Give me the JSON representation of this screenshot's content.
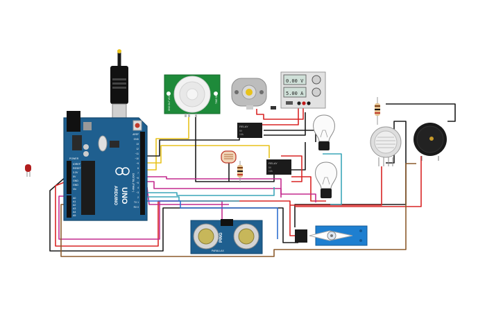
{
  "colors": {
    "arduino_board": "#1f5f8f",
    "sensor_board": "#1e8a3a",
    "ultrasonic_board": "#1f5f8f",
    "servo_body": "#1e7fd0",
    "wire_red": "#d92424",
    "wire_black": "#1a1a1a",
    "wire_yellow": "#e8c21b",
    "wire_magenta": "#c42a8e",
    "wire_cyan": "#3aa6b9",
    "wire_brown": "#8b5a2b",
    "wire_blue": "#2f6fd0"
  },
  "arduino": {
    "brand": "ARDUINO",
    "model": "UNO",
    "header_left": [
      "IOREF",
      "RESET",
      "3.3V",
      "5V",
      "GND",
      "GND",
      "Vin"
    ],
    "header_analog": [
      "A0",
      "A1",
      "A2",
      "A3",
      "A4",
      "A5"
    ],
    "header_digital": [
      "AREF",
      "GND",
      "13",
      "12",
      "~11",
      "~10",
      "~9",
      "8",
      "7",
      "~6",
      "~5",
      "4",
      "~3",
      "2",
      "TX 1",
      "RX 0"
    ],
    "power_label": "POWER",
    "analog_label": "ANALOG IN",
    "digital_label": "DIGITAL (PWM~)",
    "icon": "usb-cable-icon"
  },
  "power_supply": {
    "voltage": "0.00 V",
    "current": "5.00 A"
  },
  "ultrasonic": {
    "label": "PING",
    "sublabel": "PARALLAX"
  },
  "relays": [
    {
      "name": "relay-1",
      "title": "RELAY",
      "line1": "5V",
      "line2": "10A"
    },
    {
      "name": "relay-2",
      "title": "RELAY",
      "line1": "5V",
      "line2": "10A"
    }
  ],
  "pir": {
    "label_left": "GND OUT VCC",
    "label_right": "TIME SENS"
  },
  "icons": [
    "led-icon",
    "pir-sensor-icon",
    "dc-motor-icon",
    "light-bulb-icon",
    "buzzer-icon",
    "gas-sensor-icon",
    "photoresistor-icon",
    "resistor-icon",
    "servo-icon",
    "usb-cable-icon"
  ]
}
